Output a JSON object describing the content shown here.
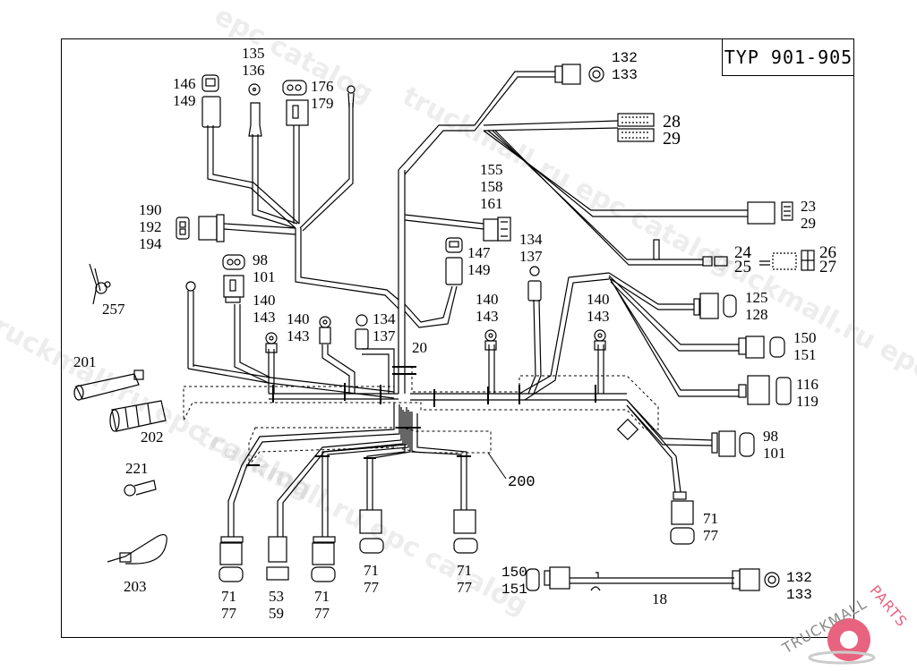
{
  "diagram": {
    "type_label": "TYP 901-905",
    "watermarks": [
      "truckmall.ru epc catalog",
      "truckmall.ru epc catalog",
      "truckmall.ru epc catalog",
      "truckmall.ru epc catalog",
      "epc catalog"
    ],
    "logo": {
      "text_left": "TRUCKMALL",
      "text_right": "PARTS",
      "accent_color": "#e8637f"
    },
    "callouts": {
      "c146_149": "146\n149",
      "c135_136": "135\n136",
      "c176_179": "176\n179",
      "c132_133_top": "132\n133",
      "c28_29": "28\n29",
      "c190_194": "190\n192\n194",
      "c155_161": "155\n158\n161",
      "c23_29": "23\n29",
      "c147_149": "147\n149",
      "c134_137_right": "134\n137",
      "c24_25": "24\n25",
      "c26_27": "26\n27",
      "c98_101_left": "98\n101",
      "c257": "257",
      "c140_143_a": "140\n143",
      "c140_143_b": "140\n143",
      "c134_137_mid": "134\n137",
      "c140_143_c": "140\n143",
      "c140_143_d": "140\n143",
      "c125_128": "125\n128",
      "c150_151_right": "150\n151",
      "c116_119": "116\n119",
      "c20": "20",
      "c201": "201",
      "c202": "202",
      "c98_101_right": "98\n101",
      "c221": "221",
      "c200": "200",
      "c71_77_right": "71\n77",
      "c203": "203",
      "c71_77_a": "71\n77",
      "c53_59": "53\n59",
      "c71_77_b": "71\n77",
      "c71_77_c": "71\n77",
      "c71_77_d": "71\n77",
      "c150_151_bottom": "150\n151",
      "c18": "18",
      "c132_133_bottom": "132\n133"
    }
  }
}
